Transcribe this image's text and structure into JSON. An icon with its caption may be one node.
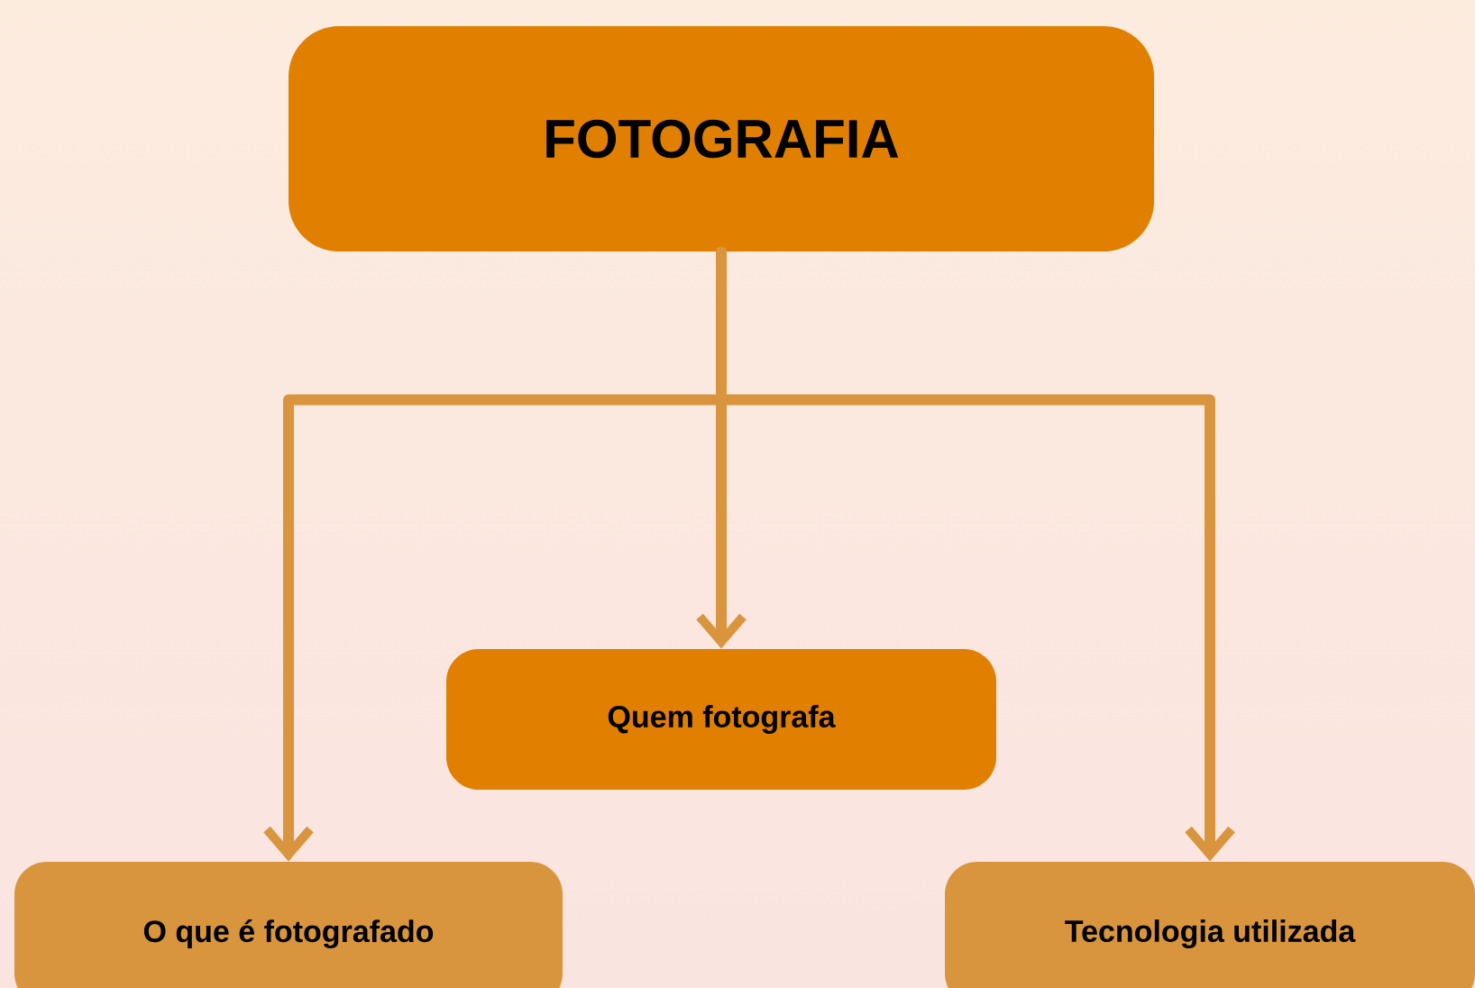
{
  "diagram": {
    "nodes": [
      {
        "text": [
          "FOTOGRAFIA"
        ]
      },
      {
        "text": [
          "Quem fotografa"
        ]
      },
      {
        "text": [
          "O que é fotografado"
        ]
      },
      {
        "text": [
          "Tecnologia utilizada"
        ]
      }
    ],
    "edges": [
      {
        "from": 0,
        "to": 2,
        "arrow": "to"
      },
      {
        "from": 0,
        "to": 1,
        "arrow": "to"
      },
      {
        "from": 0,
        "to": 3,
        "arrow": "to"
      }
    ]
  }
}
